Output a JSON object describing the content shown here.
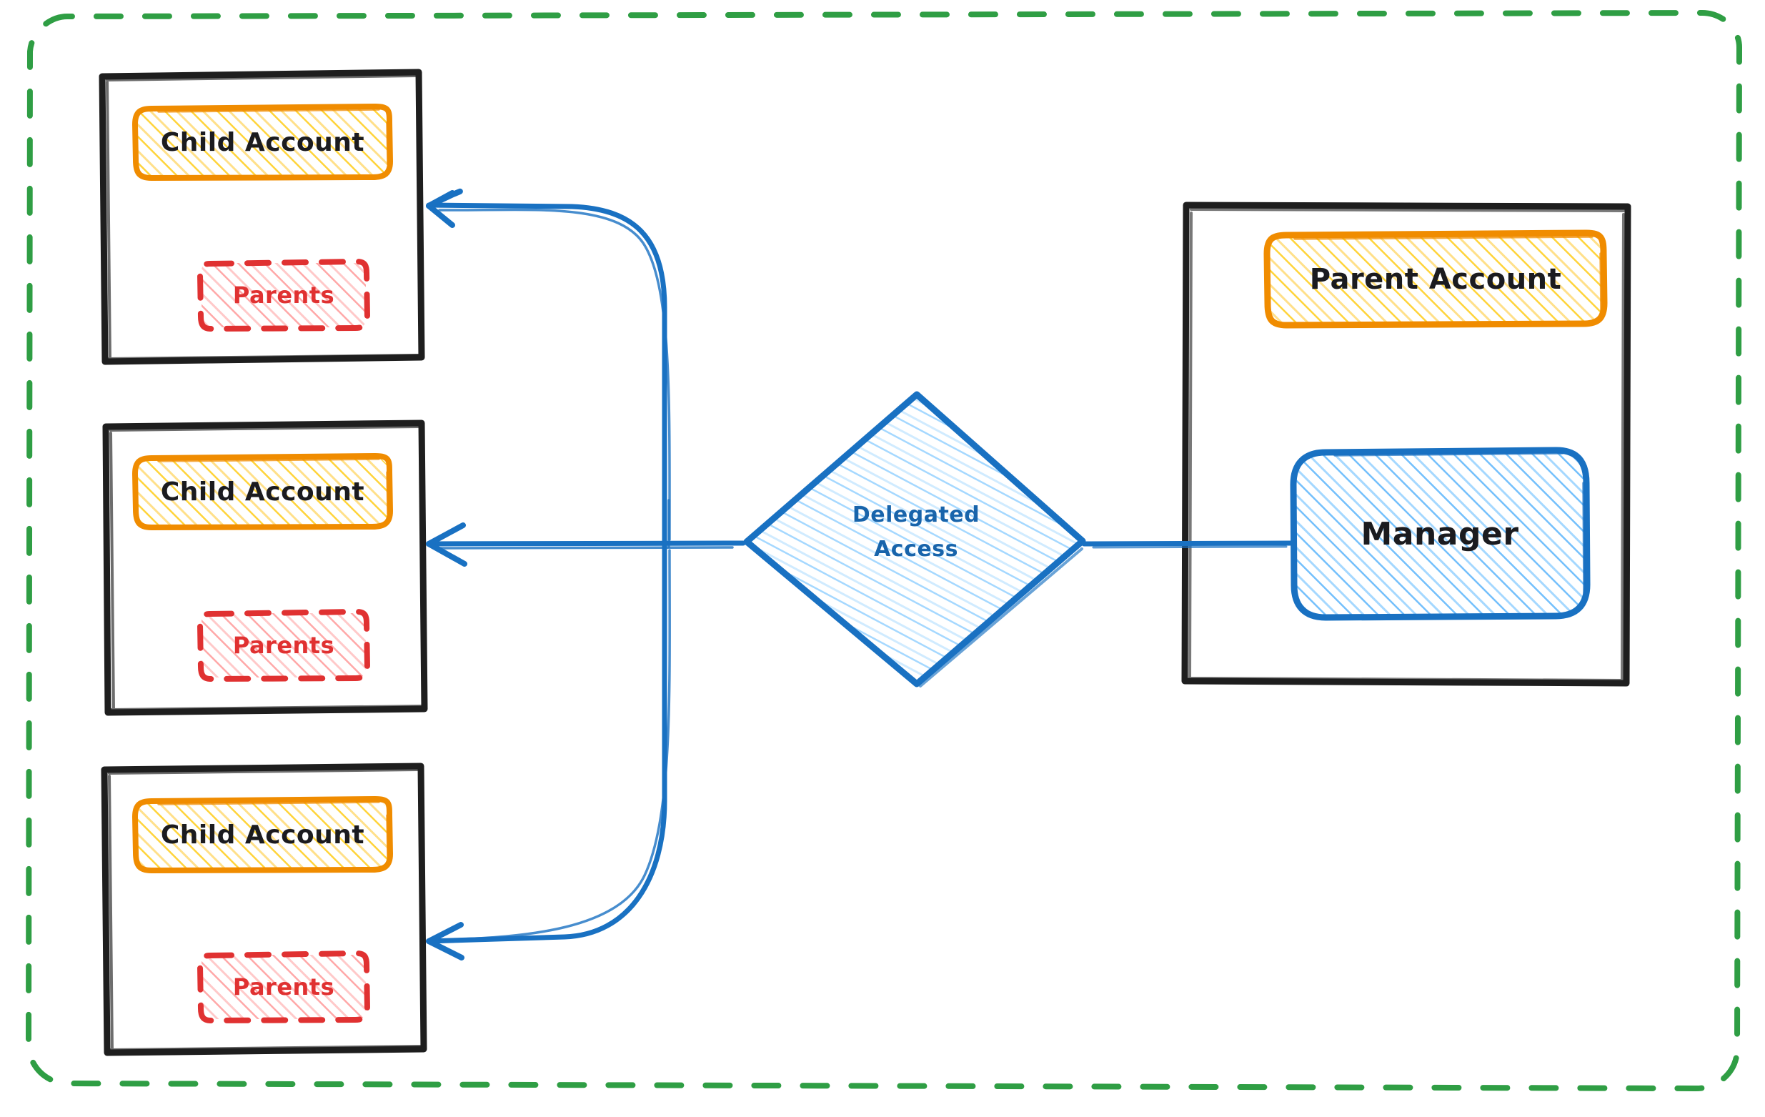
{
  "diagram": {
    "title": "Delegated Access between Parent Account and Child Accounts",
    "style": "hand-drawn sketch (excalidraw)",
    "background": "#ffffff"
  },
  "colors": {
    "boundary_green": "#2f9e44",
    "container_black": "#1e1e1e",
    "account_orange_stroke": "#f08c00",
    "account_orange_fill": "#ffd8a8",
    "parents_red_stroke": "#e03131",
    "parents_red_fill": "#ffc9c9",
    "link_blue_stroke": "#1971c2",
    "link_blue_fill": "#a5d8ff",
    "text_dark": "#1b1b1f"
  },
  "boundary": {
    "name": "organization-boundary",
    "stroke_style": "dashed",
    "color": "#2f9e44"
  },
  "child_accounts": [
    {
      "container_label": "child-account-container-1",
      "account_label": "Child Account",
      "parents_label": "Parents"
    },
    {
      "container_label": "child-account-container-2",
      "account_label": "Child Account",
      "parents_label": "Parents"
    },
    {
      "container_label": "child-account-container-3",
      "account_label": "Child Account",
      "parents_label": "Parents"
    }
  ],
  "hub": {
    "label_line1": "Delegated",
    "label_line2": "Access",
    "shape": "diamond"
  },
  "parent_side": {
    "container_label": "parent-account-container",
    "account_label": "Parent Account",
    "manager_label": "Manager"
  },
  "connectors": [
    {
      "name": "hub-to-child-1",
      "from": "Delegated Access",
      "to": "Child Account 1",
      "direction": "left",
      "style": "curved-arrow",
      "color": "#1971c2"
    },
    {
      "name": "hub-to-child-2",
      "from": "Delegated Access",
      "to": "Child Account 2",
      "direction": "left",
      "style": "straight-arrow",
      "color": "#1971c2"
    },
    {
      "name": "hub-to-child-3",
      "from": "Delegated Access",
      "to": "Child Account 3",
      "direction": "left",
      "style": "curved-arrow",
      "color": "#1971c2"
    },
    {
      "name": "manager-to-hub",
      "from": "Manager",
      "to": "Delegated Access",
      "direction": "left",
      "style": "line",
      "color": "#1971c2"
    }
  ]
}
